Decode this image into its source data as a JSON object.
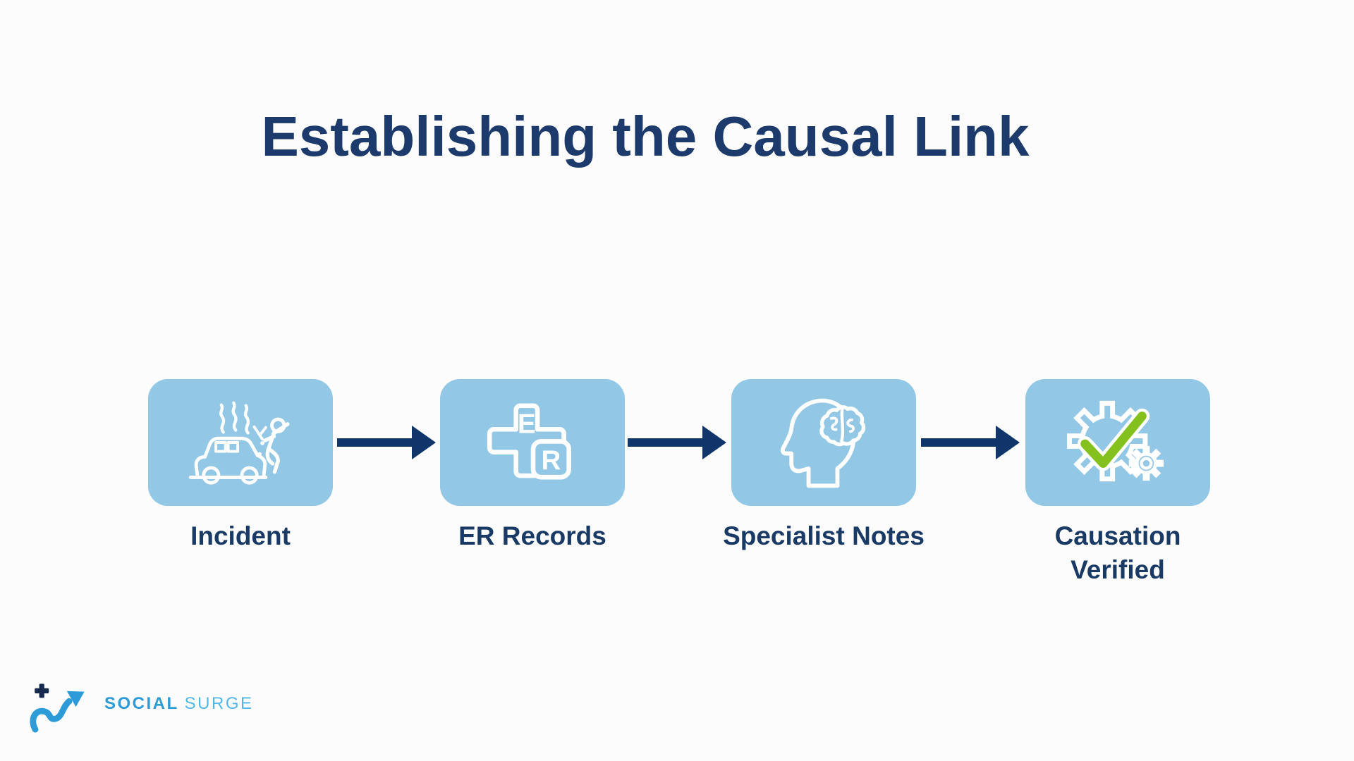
{
  "title": "Establishing the Causal Link",
  "flow": {
    "steps": [
      {
        "label": "Incident",
        "icon": "car-crash-icon"
      },
      {
        "label": "ER Records",
        "icon": "er-cross-icon"
      },
      {
        "label": "Specialist Notes",
        "icon": "head-brain-icon"
      },
      {
        "label": "Causation Verified",
        "icon": "gear-check-icon"
      }
    ],
    "er_letters": {
      "e": "E",
      "r": "R"
    },
    "arrow_count": 3
  },
  "logo": {
    "word1": "SOCIAL",
    "word2": "SURGE"
  },
  "colors": {
    "bg": "#fcfcfc",
    "title_navy": "#1d3a6c",
    "label_navy": "#1a3a66",
    "card_blue": "#92c7e6",
    "arrow_navy": "#10356b",
    "icon_white": "#ffffff",
    "check_green": "#85c11e",
    "logo_blue_bold": "#2d9bd7",
    "logo_blue_light": "#52b7e6",
    "plus_navy": "#16294e"
  }
}
